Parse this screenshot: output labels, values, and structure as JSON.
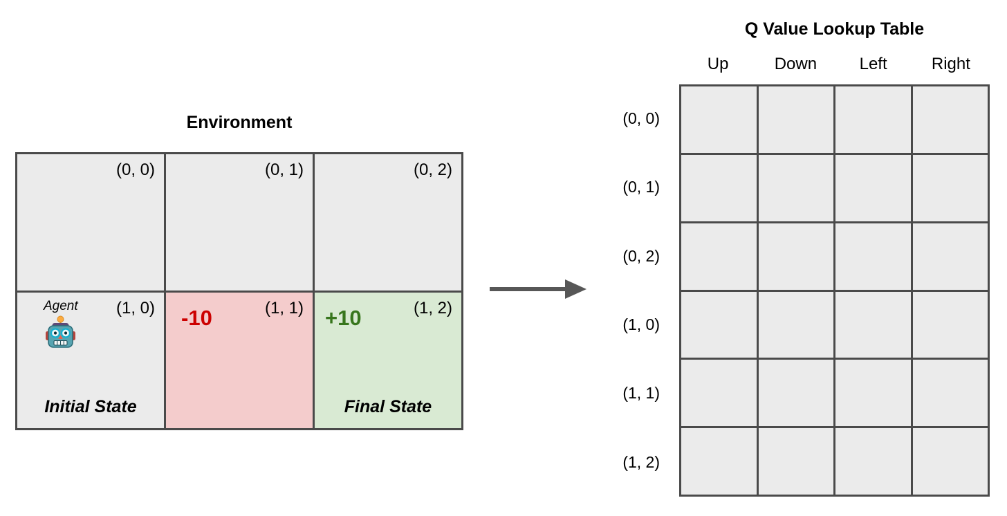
{
  "environment": {
    "title": "Environment",
    "cells": [
      {
        "coord": "(0, 0)"
      },
      {
        "coord": "(0, 1)"
      },
      {
        "coord": "(0, 2)"
      },
      {
        "coord": "(1, 0)",
        "agent_label": "Agent",
        "agent_icon": "robot-icon",
        "state_label": "Initial State"
      },
      {
        "coord": "(1, 1)",
        "reward": "-10"
      },
      {
        "coord": "(1, 2)",
        "reward": "+10",
        "state_label": "Final State"
      }
    ]
  },
  "arrow": {
    "icon": "right-arrow-icon",
    "direction": "right"
  },
  "q_table": {
    "title": "Q Value Lookup Table",
    "column_headers": [
      "Up",
      "Down",
      "Left",
      "Right"
    ],
    "row_labels": [
      "(0, 0)",
      "(0, 1)",
      "(0, 2)",
      "(1, 0)",
      "(1, 1)",
      "(1, 2)"
    ],
    "cell_values": [
      [
        "",
        "",
        "",
        ""
      ],
      [
        "",
        "",
        "",
        ""
      ],
      [
        "",
        "",
        "",
        ""
      ],
      [
        "",
        "",
        "",
        ""
      ],
      [
        "",
        "",
        "",
        ""
      ],
      [
        "",
        "",
        "",
        ""
      ]
    ]
  },
  "colors": {
    "cell_background": "#ebebeb",
    "penalty_background": "#f4cccc",
    "goal_background": "#d9ead3",
    "penalty_text": "#cc0000",
    "goal_text": "#38761d",
    "grid_border": "#4a4a4a",
    "arrow": "#575757",
    "text": "#000000"
  }
}
